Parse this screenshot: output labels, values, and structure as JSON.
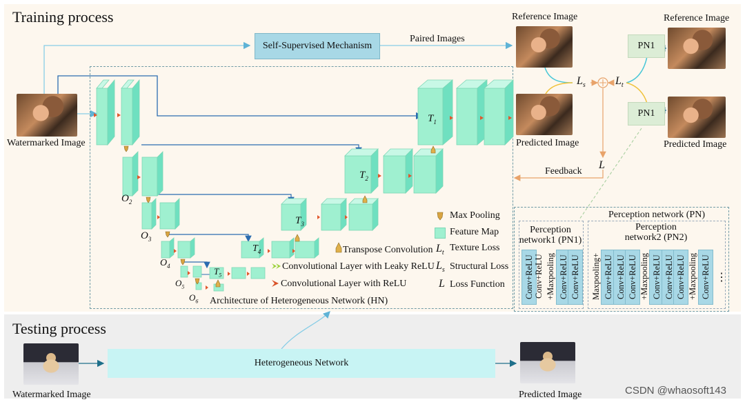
{
  "training": {
    "title": "Training process",
    "watermarked_label": "Watermarked Image",
    "ssm_label": "Self-Supervised Mechanism",
    "paired_label": "Paired Images",
    "ref_label_1": "Reference Image",
    "pred_label_1": "Predicted Image",
    "ref_label_2": "Reference Image",
    "pred_label_2": "Predicted Image",
    "pn1_top": "PN1",
    "pn1_bottom": "PN1",
    "ls_label": "L",
    "ls_sub": "s",
    "lt_label": "L",
    "lt_sub": "t",
    "l_label": "L",
    "feedback_label": "Feedback",
    "hn_caption": "Architecture of Heterogeneous Network (HN)"
  },
  "hn_labels": {
    "t1": "T",
    "t1_sub": "1",
    "t2": "T",
    "t2_sub": "2",
    "t3": "T",
    "t3_sub": "3",
    "t4": "T",
    "t4_sub": "4",
    "t5": "T",
    "t5_sub": "5",
    "o2": "O",
    "o2_sub": "2",
    "o3": "O",
    "o3_sub": "3",
    "o4": "O",
    "o4_sub": "4",
    "o5": "O",
    "o5_sub": "5",
    "o6": "O",
    "o6_sub": "6"
  },
  "legend": {
    "max_pooling": "Max Pooling",
    "feature_map": "Feature Map",
    "transpose_conv": "Transpose Convolution",
    "texture_sym": "L",
    "texture_sub": "t",
    "texture_loss": "Texture Loss",
    "leaky": "Convolutional Layer with Leaky ReLU",
    "structural_sym": "L",
    "structural_sub": "s",
    "structural_loss": "Structural Loss",
    "relu": "Convolutional Layer with ReLU",
    "loss_sym": "L",
    "loss_function": "Loss Function"
  },
  "pn": {
    "title": "Perception network (PN)",
    "pn1_title_1": "Perception",
    "pn1_title_2": "network1 (PN1)",
    "pn2_title_1": "Perception",
    "pn2_title_2": "network2 (PN2)",
    "pn1_layers": [
      "Conv+ReLU",
      "Conv+ReLU",
      "+Maxpooling",
      "Conv+ReLU",
      "Conv+ReLU"
    ],
    "pn2_layers": [
      "Maxpooling+",
      "Conv+ReLU",
      "Conv+ReLU",
      "Conv+ReLU",
      "+Maxpooling",
      "Conv+ReLU",
      "Conv+ReLU",
      "Conv+ReLU",
      "+Maxpooling",
      "Conv+ReLU"
    ],
    "ellipsis": "⋮"
  },
  "testing": {
    "title": "Testing process",
    "hetero_label": "Heterogeneous Network",
    "watermarked_label": "Watermarked Image",
    "predicted_label": "Predicted Image"
  },
  "watermark": "CSDN @whaosoft143",
  "colors": {
    "feature_map": "#9ff0d0",
    "feature_map_side": "#6fe0c0",
    "connector": "#2b6cb0",
    "input_line": "#87cde6",
    "loss_line": "#f2b98a",
    "ssm_box": "#a8d8e6",
    "pn_box": "#dcedd6",
    "hetero_box": "#c8f4f4"
  },
  "icons": {
    "max_pooling": "max-pooling-icon",
    "transpose_conv": "transpose-conv-icon",
    "leaky": "leaky-relu-icon",
    "relu": "relu-icon"
  }
}
